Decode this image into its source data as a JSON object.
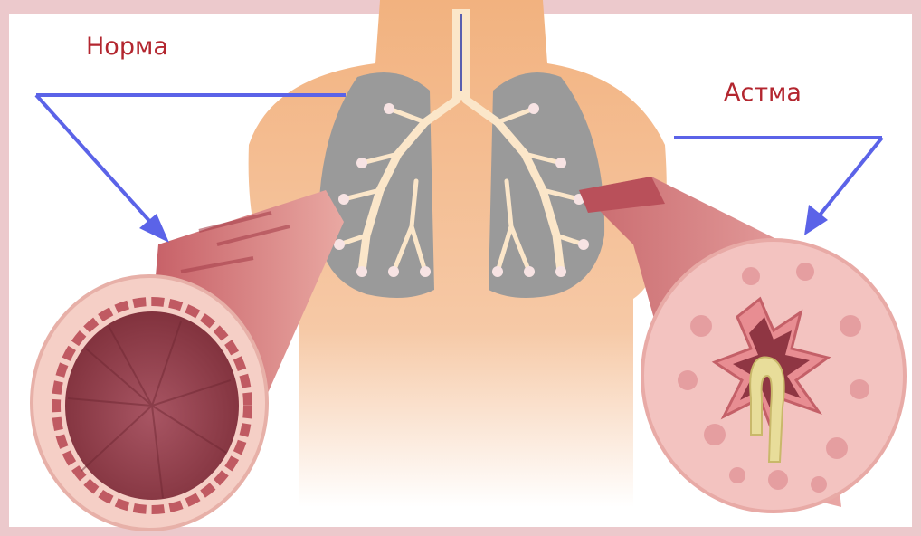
{
  "labels": {
    "normal": "Норма",
    "asthma": "Астма"
  },
  "colors": {
    "background": "#ecc9cc",
    "label_text": "#b3262f",
    "arrows": "#5b63e8",
    "skin": "#f2b27f",
    "lungs": "#9a9a9a",
    "airway_wall": "#f3c3c0",
    "airway_lumen": "#9b4450",
    "mucus": "#e8dd9a"
  },
  "icons": [
    "human-torso",
    "lungs",
    "normal-airway-cross-section",
    "asthmatic-airway-cross-section",
    "pointer-arrows"
  ]
}
